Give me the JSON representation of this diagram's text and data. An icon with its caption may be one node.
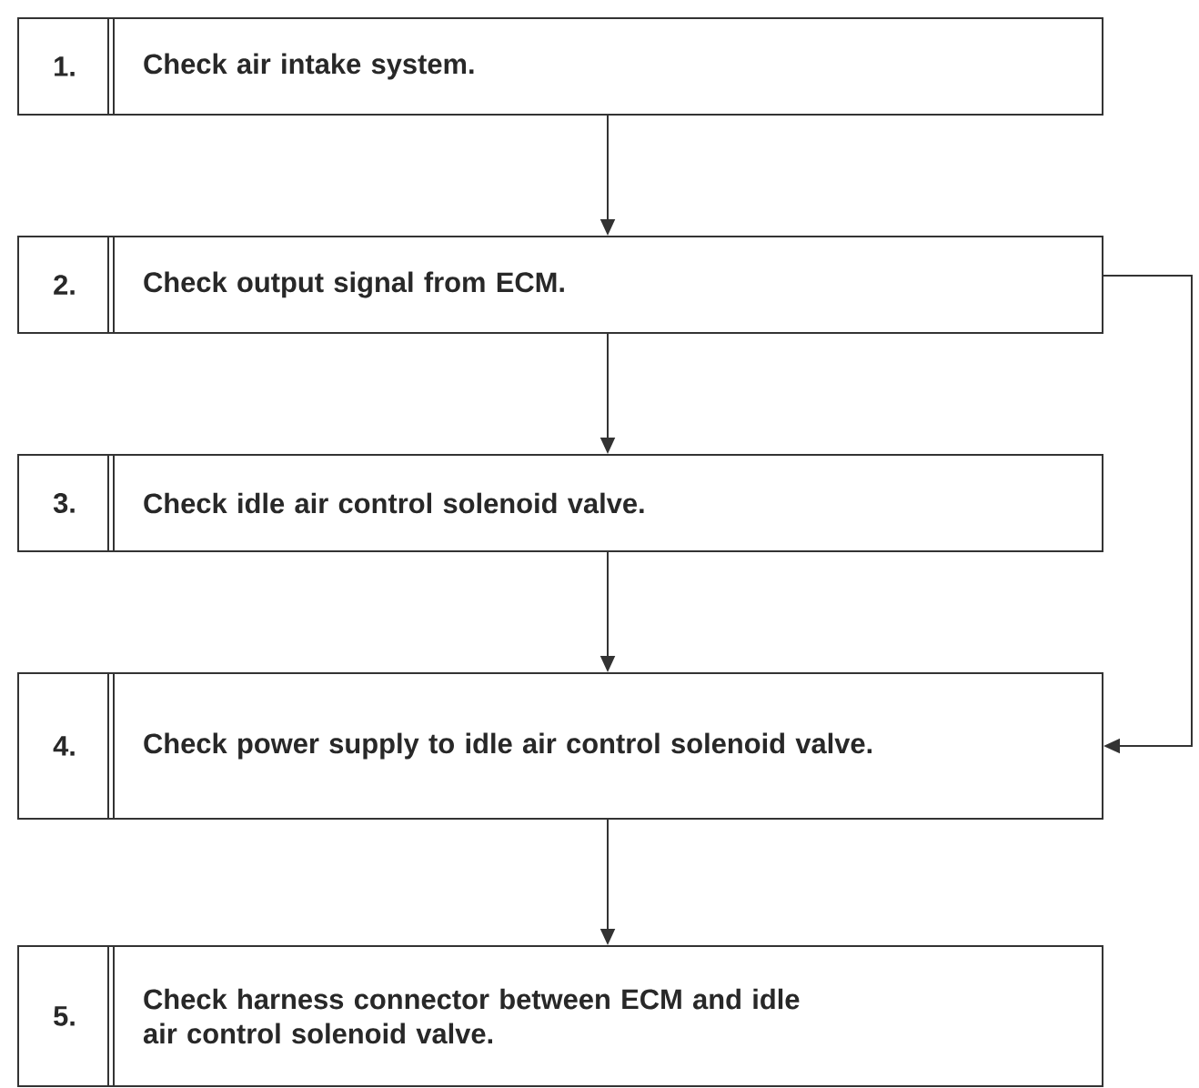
{
  "diagram": {
    "nodes": [
      {
        "text": [
          "1.",
          "Check air intake system."
        ]
      },
      {
        "text": [
          "2.",
          "Check output signal from ECM."
        ]
      },
      {
        "text": [
          "3.",
          "Check idle air control solenoid valve."
        ]
      },
      {
        "text": [
          "4.",
          "Check power supply to idle air control solenoid valve."
        ]
      },
      {
        "text": [
          "5.",
          "Check harness connector between ECM and idle air control solenoid valve."
        ]
      }
    ],
    "edges": [
      {
        "from": 0,
        "to": 1,
        "arrow": "to"
      },
      {
        "from": 1,
        "to": 2,
        "arrow": "to"
      },
      {
        "from": 2,
        "to": 3,
        "arrow": "to"
      },
      {
        "from": 1,
        "to": 3,
        "arrow": "to"
      },
      {
        "from": 3,
        "to": 4,
        "arrow": "to"
      }
    ]
  }
}
